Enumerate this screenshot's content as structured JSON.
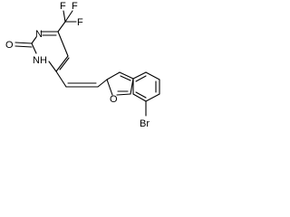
{
  "molecule": {
    "atoms": {
      "f1": "F",
      "f2": "F",
      "f3": "F",
      "n_ring": "N",
      "o_carbonyl": "O",
      "nh": "NH",
      "o_furan": "O",
      "br": "Br"
    }
  }
}
